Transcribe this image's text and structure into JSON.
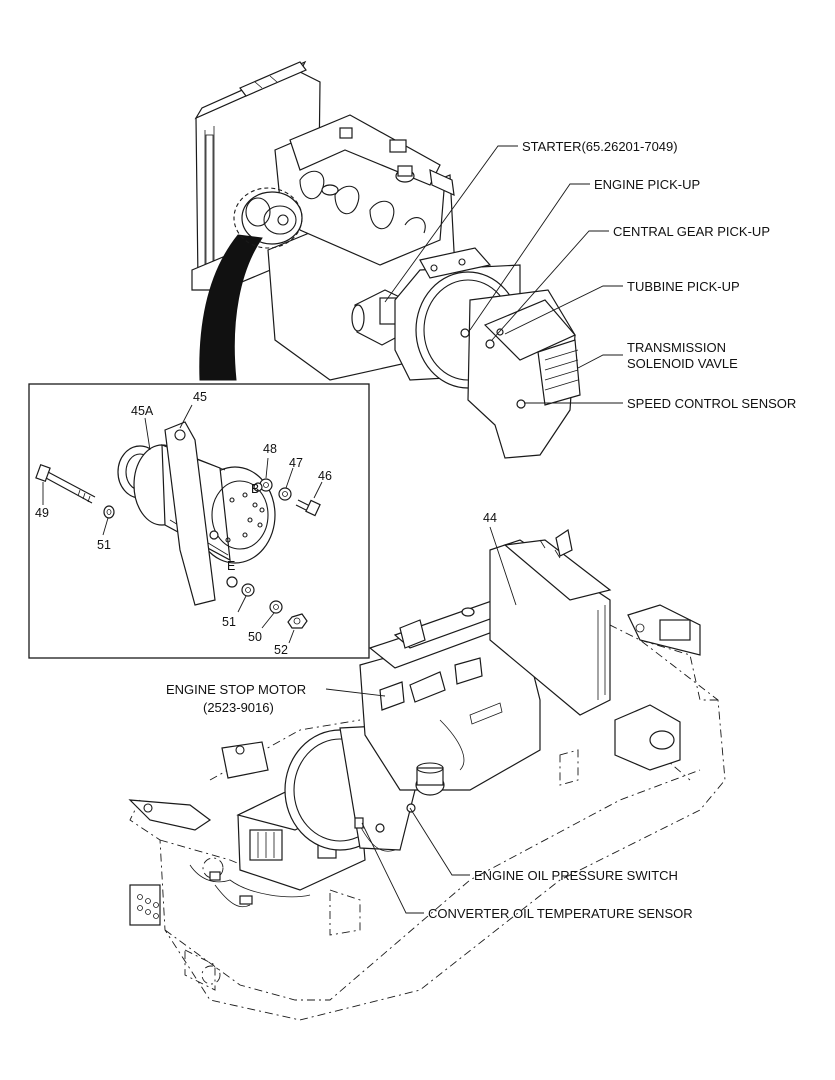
{
  "callouts": {
    "starter": "STARTER(65.26201-7049)",
    "engine_pickup": "ENGINE PICK-UP",
    "central_gear_pickup": "CENTRAL GEAR PICK-UP",
    "turbine_pickup": "TUBBINE PICK-UP",
    "transmission_solenoid_line1": "TRANSMISSION",
    "transmission_solenoid_line2": "SOLENOID VAVLE",
    "speed_control_sensor": "SPEED CONTROL SENSOR",
    "engine_stop_motor_line1": "ENGINE STOP MOTOR",
    "engine_stop_motor_line2": "(2523-9016)",
    "engine_oil_pressure_switch": "ENGINE OIL PRESSURE SWITCH",
    "converter_oil_temperature_sensor": "CONVERTER OIL TEMPERATURE SENSOR"
  },
  "alternator_detail": {
    "part_45": "45",
    "part_45a": "45A",
    "part_46": "46",
    "part_47": "47",
    "part_48": "48",
    "part_49": "49",
    "part_50": "50",
    "part_51_upper": "51",
    "part_51_lower": "51",
    "part_52": "52",
    "terminal_b": "B",
    "terminal_e": "E"
  },
  "machine_parts": {
    "part_44": "44"
  }
}
